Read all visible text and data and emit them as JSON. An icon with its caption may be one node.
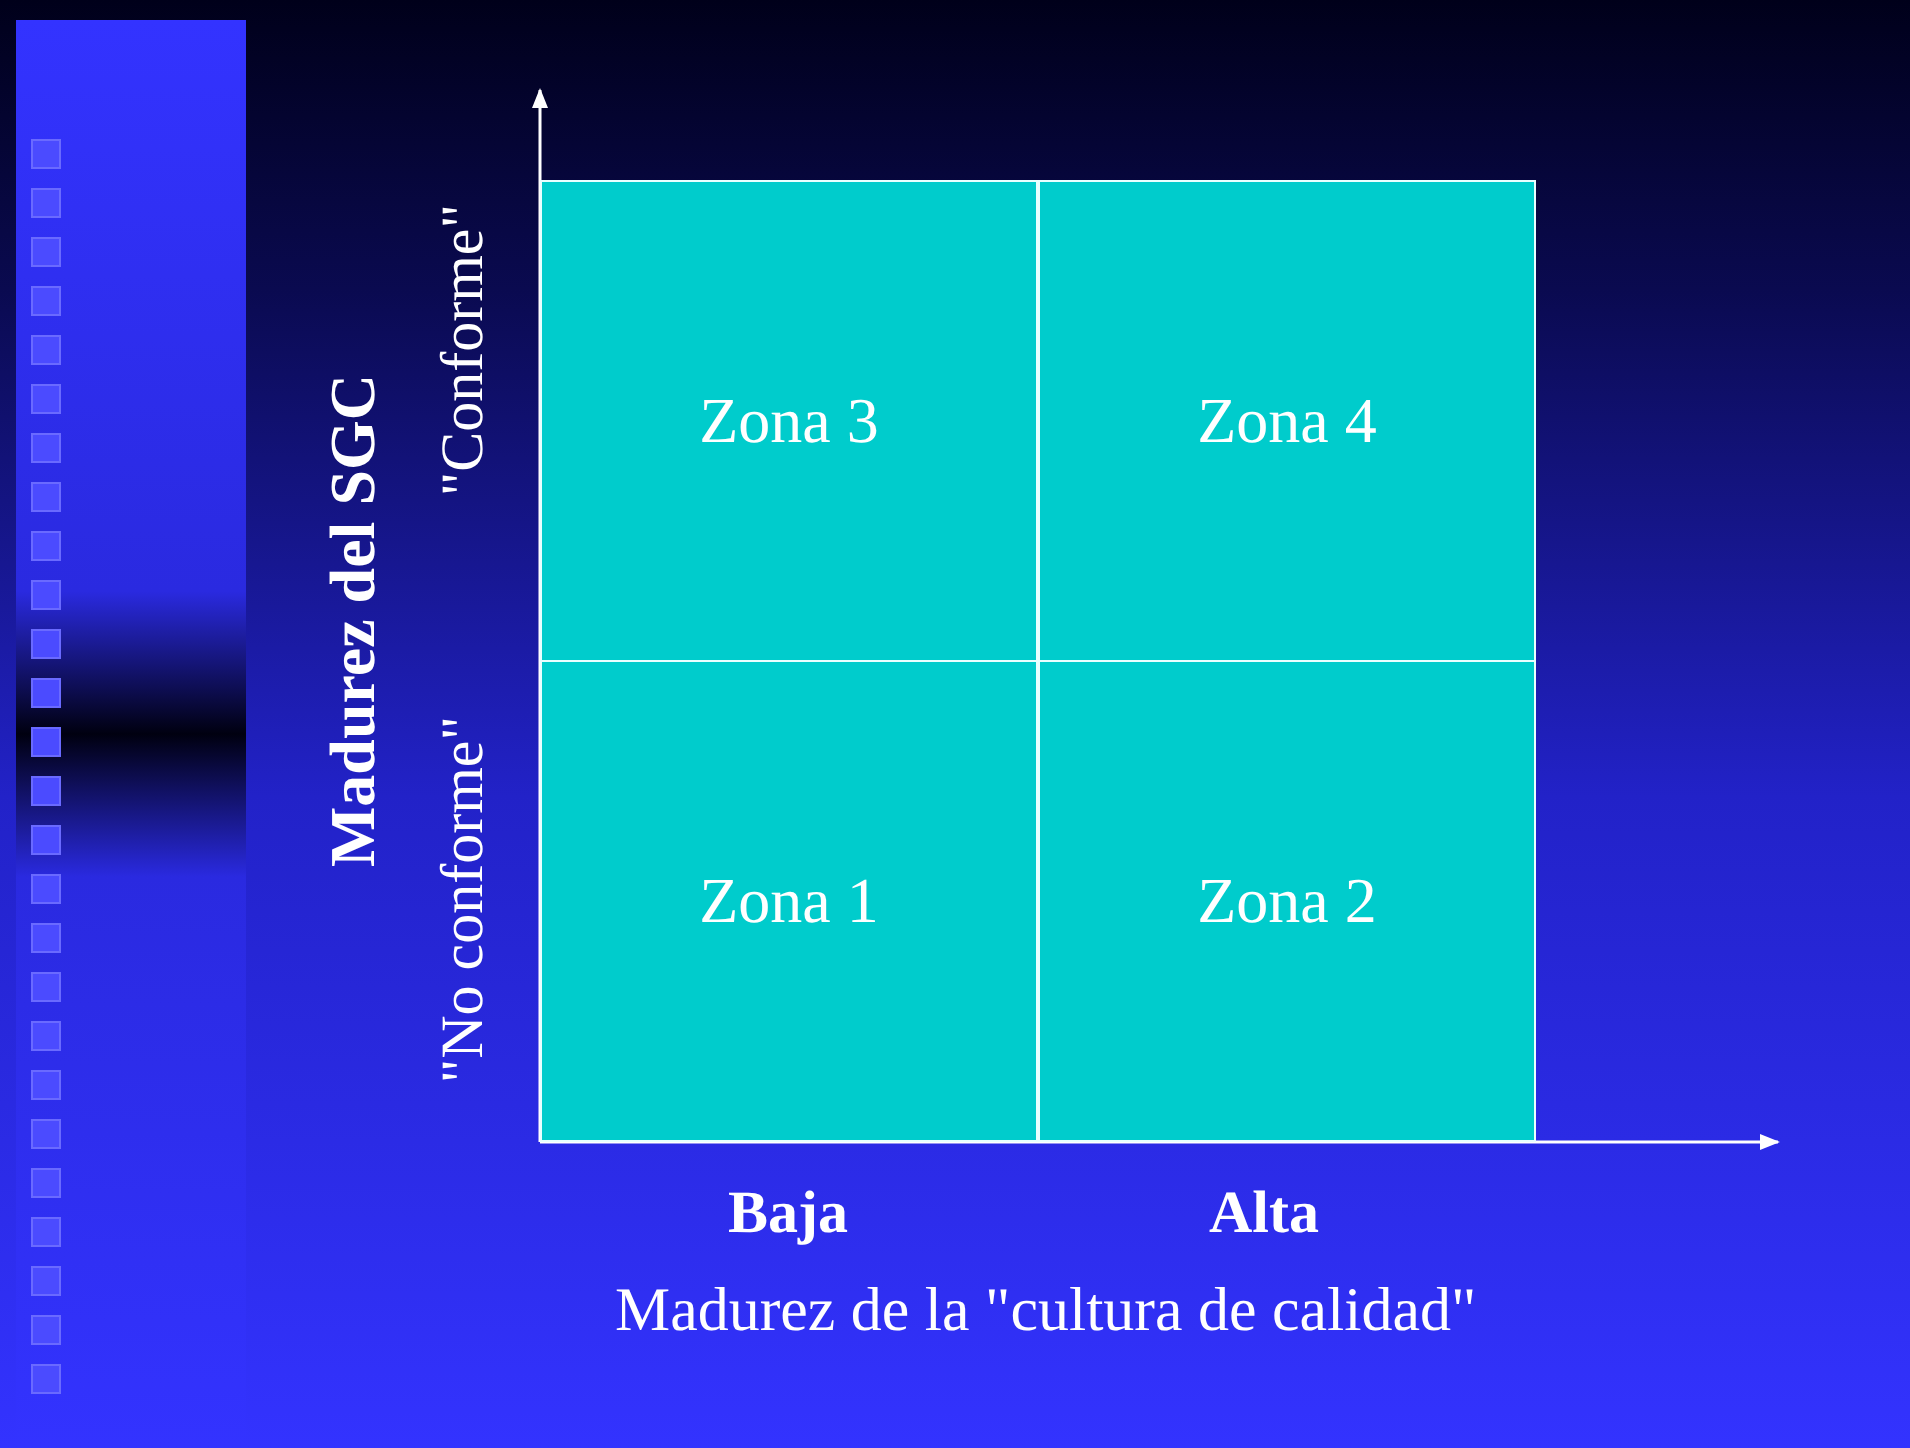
{
  "diagram": {
    "nodes": [
      {
        "text": [
          "Zona 3"
        ]
      },
      {
        "text": [
          "Zona 4"
        ]
      },
      {
        "text": [
          "Zona 1"
        ]
      },
      {
        "text": [
          "Zona 2"
        ]
      }
    ],
    "labels": [
      "Madurez del SGC",
      "\"No conforme\"",
      "\"Conforme\"",
      "Baja",
      "Alta",
      "Madurez de la \"cultura de calidad\""
    ]
  }
}
